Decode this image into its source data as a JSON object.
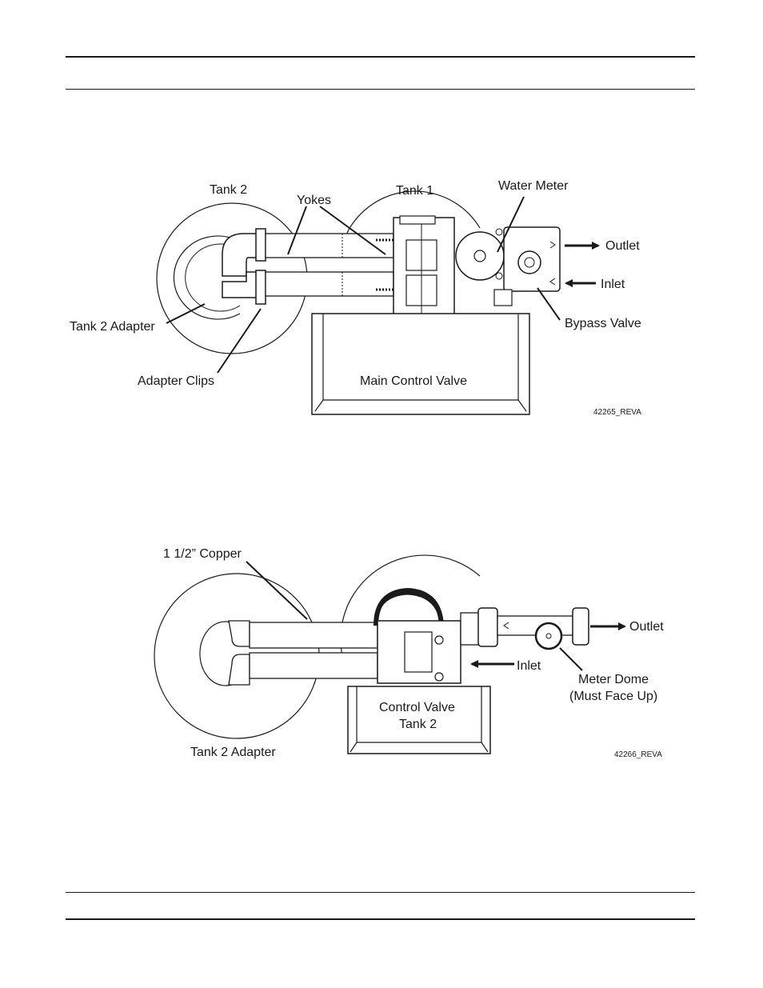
{
  "figure1": {
    "labels": {
      "tank2": "Tank 2",
      "yokes": "Yokes",
      "tank1": "Tank 1",
      "water_meter": "Water Meter",
      "outlet": "Outlet",
      "inlet": "Inlet",
      "bypass_valve": "Bypass Valve",
      "tank2_adapter": "Tank 2 Adapter",
      "adapter_clips": "Adapter Clips",
      "main_control_valve": "Main Control Valve"
    },
    "code": "42265_REVA"
  },
  "figure2": {
    "labels": {
      "copper": "1 1/2” Copper",
      "outlet": "Outlet",
      "inlet": "Inlet",
      "meter_dome_1": "Meter Dome",
      "meter_dome_2": "(Must Face Up)",
      "control_valve_1": "Control Valve",
      "control_valve_2": "Tank 2",
      "tank2_adapter": "Tank 2 Adapter"
    },
    "code": "42266_REVA"
  }
}
